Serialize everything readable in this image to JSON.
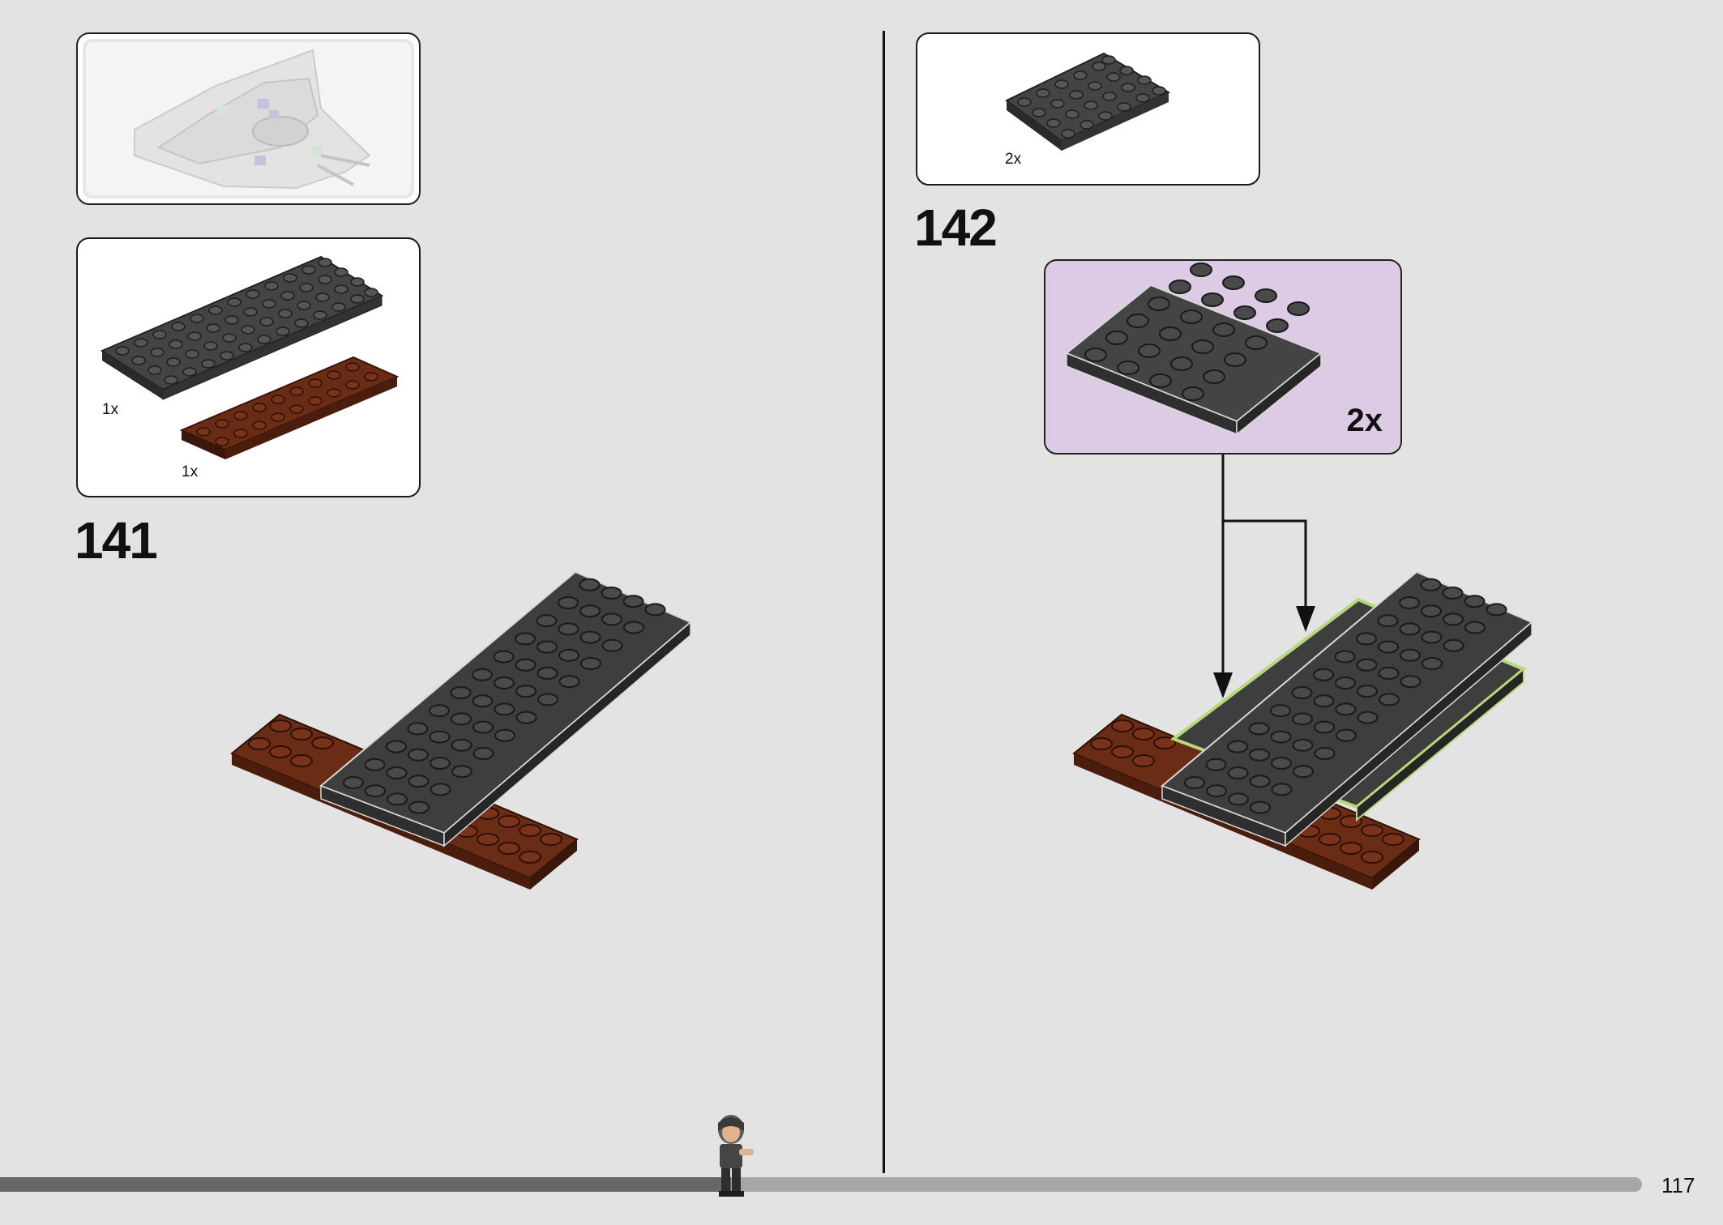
{
  "page": {
    "page_number": "117",
    "progress": 0.445
  },
  "left": {
    "step_number": "141",
    "parts": [
      {
        "name": "dark grey plate",
        "qty": "1x"
      },
      {
        "name": "reddish brown plate",
        "qty": "1x"
      }
    ]
  },
  "right": {
    "step_number": "142",
    "parts": [
      {
        "name": "dark grey plate",
        "qty": "2x"
      }
    ],
    "callout_qty": "2x"
  },
  "colors": {
    "background": "#e3e3e3",
    "dark_grey": "#3d3d3d",
    "reddish_brown": "#6b2c16",
    "callout_purple": "#ddcbe6",
    "highlight_green": "#b6d97a"
  },
  "icons": [
    "submodel-preview-icon",
    "minifigure-icon",
    "arrow-down-icon"
  ]
}
